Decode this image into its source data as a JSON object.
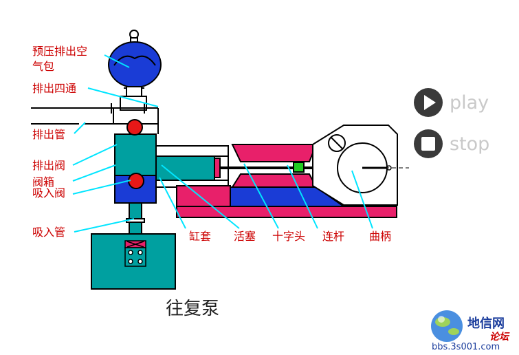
{
  "labels": {
    "air_chamber_1": "预压排出空",
    "air_chamber_2": "气包",
    "discharge_tee": "排出四通",
    "discharge_pipe": "排出管",
    "discharge_valve": "排出阀",
    "valve_box": "阀箱",
    "suction_valve": "吸入阀",
    "suction_pipe": "吸入管",
    "cylinder_liner": "缸套",
    "piston": "活塞",
    "crosshead": "十字头",
    "connecting_rod": "连杆",
    "crank": "曲柄"
  },
  "caption": "往复泵",
  "controls": {
    "play": "play",
    "stop": "stop"
  },
  "watermark": {
    "title": "地信网",
    "subtitle": "论坛",
    "url": "bbs.3s001.com"
  },
  "colors": {
    "teal": "#00a0a0",
    "blue": "#1a3cd6",
    "magenta": "#e8206a",
    "red": "#e81818",
    "green": "#22cc22",
    "leader": "#00e5ff",
    "label": "#cc0000"
  }
}
